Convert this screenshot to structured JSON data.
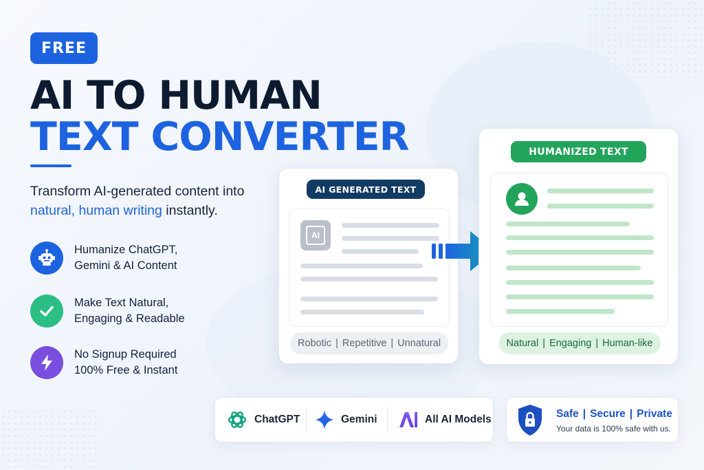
{
  "badge": {
    "label": "FREE"
  },
  "title": {
    "line1": "AI TO HUMAN",
    "line2": "TEXT CONVERTER"
  },
  "tagline": {
    "before": "Transform AI-generated content into ",
    "highlight": "natural, human writing",
    "after": " instantly."
  },
  "features": [
    {
      "icon": "robot-icon",
      "color": "#1d63e0",
      "line1": "Humanize ChatGPT,",
      "line2": "Gemini & AI Content"
    },
    {
      "icon": "check-icon",
      "color": "#2bbf85",
      "line1": "Make Text Natural,",
      "line2": "Engaging & Readable"
    },
    {
      "icon": "lightning-icon",
      "color": "#7a4fe0",
      "line1": "No Signup Required",
      "line2": "100% Free & Instant"
    }
  ],
  "ai_card": {
    "header": "AI GENERATED TEXT",
    "chip": "AI",
    "traits": [
      "Robotic",
      "Repetitive",
      "Unnatural"
    ]
  },
  "human_card": {
    "header": "HUMANIZED TEXT",
    "traits": [
      "Natural",
      "Engaging",
      "Human-like"
    ]
  },
  "models": [
    {
      "icon": "chatgpt-icon",
      "label": "ChatGPT"
    },
    {
      "icon": "gemini-icon",
      "label": "Gemini"
    },
    {
      "icon": "ai-models-icon",
      "label": "All AI Models"
    }
  ],
  "security": {
    "parts": [
      "Safe",
      "Secure",
      "Private"
    ],
    "note": "Your data is 100% safe with us."
  },
  "colors": {
    "primary": "#1d63e0",
    "navy": "#123b63",
    "green": "#22a45a",
    "teal": "#16a6b6"
  }
}
